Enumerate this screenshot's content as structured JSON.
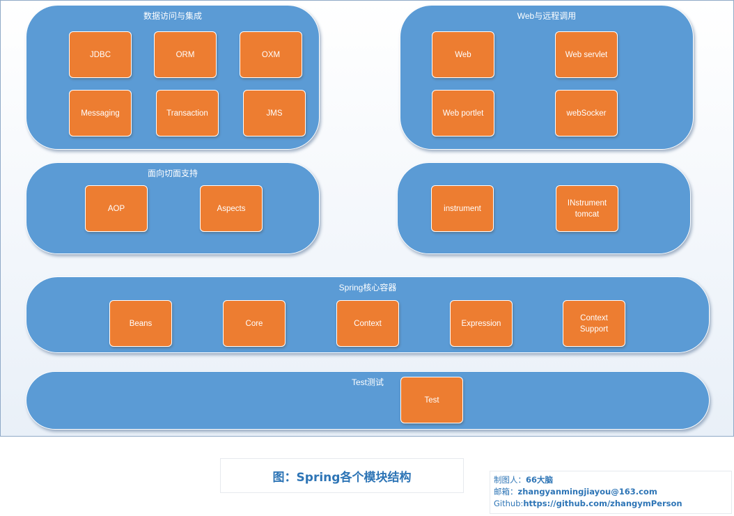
{
  "groups": {
    "data": {
      "title": "数据访问与集成",
      "items": [
        "JDBC",
        "ORM",
        "OXM",
        "Messaging",
        "Transaction",
        "JMS"
      ]
    },
    "web": {
      "title": "Web与远程调用",
      "items": [
        "Web",
        "Web servlet",
        "Web portlet",
        "webSocker"
      ]
    },
    "aop": {
      "title": "面向切面支持",
      "items": [
        "AOP",
        "Aspects"
      ]
    },
    "instrument": {
      "title": "",
      "items": [
        "instrument",
        "INstrument\ntomcat"
      ]
    },
    "core": {
      "title": "Spring核心容器",
      "items": [
        "Beans",
        "Core",
        "Context",
        "Expression",
        "Context\nSupport"
      ]
    },
    "test": {
      "title": "Test测试",
      "items": [
        "Test"
      ]
    }
  },
  "caption": "图：Spring各个模块结构",
  "credits": {
    "maker_label": "制图人：",
    "maker": "66大脑",
    "email_label": "邮箱：",
    "email": "zhangyanmingjiayou@163.com",
    "github_label": "Github:",
    "github": "https://github.com/zhangymPerson"
  },
  "colors": {
    "group_fill": "#5b9bd5",
    "module_fill": "#ed7d31",
    "caption_text": "#2e75b6"
  }
}
